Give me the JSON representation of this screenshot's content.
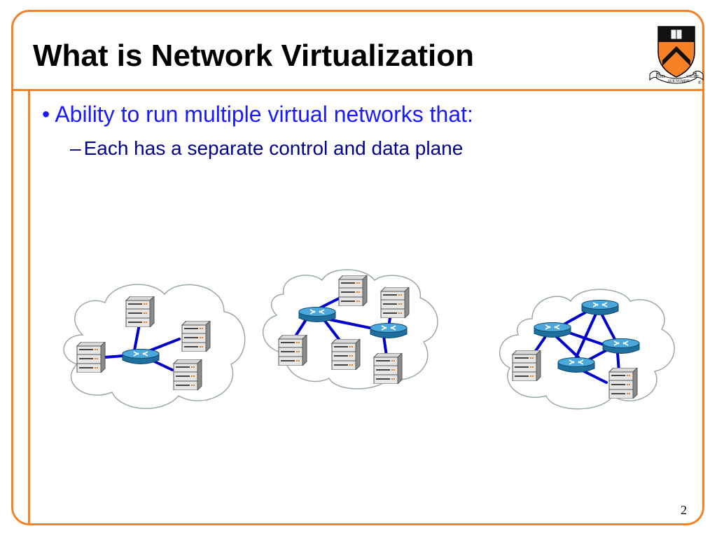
{
  "slide": {
    "title": "What is Network Virtualization",
    "bullets": [
      {
        "marker": "•",
        "text": "Ability to run multiple virtual networks that:"
      },
      {
        "marker": "–",
        "text": "Each has a separate control and data plane"
      }
    ],
    "page_number": "2"
  },
  "logo": {
    "motto_left": "DEI",
    "motto_center": "SUB NUMINE",
    "motto_right": "VIGET",
    "registered_mark": "®"
  },
  "diagram": {
    "networks": [
      {
        "servers": 4,
        "routers": 1
      },
      {
        "servers": 5,
        "routers": 2
      },
      {
        "servers": 2,
        "routers": 4
      }
    ],
    "icons": [
      "server-stack-icon",
      "router-icon",
      "cloud-icon"
    ]
  },
  "colors": {
    "accent": "#f58025",
    "bullet_primary": "#1a1aff",
    "bullet_secondary": "#00008b",
    "link": "#0000cc",
    "router": "#2b8fc9"
  }
}
